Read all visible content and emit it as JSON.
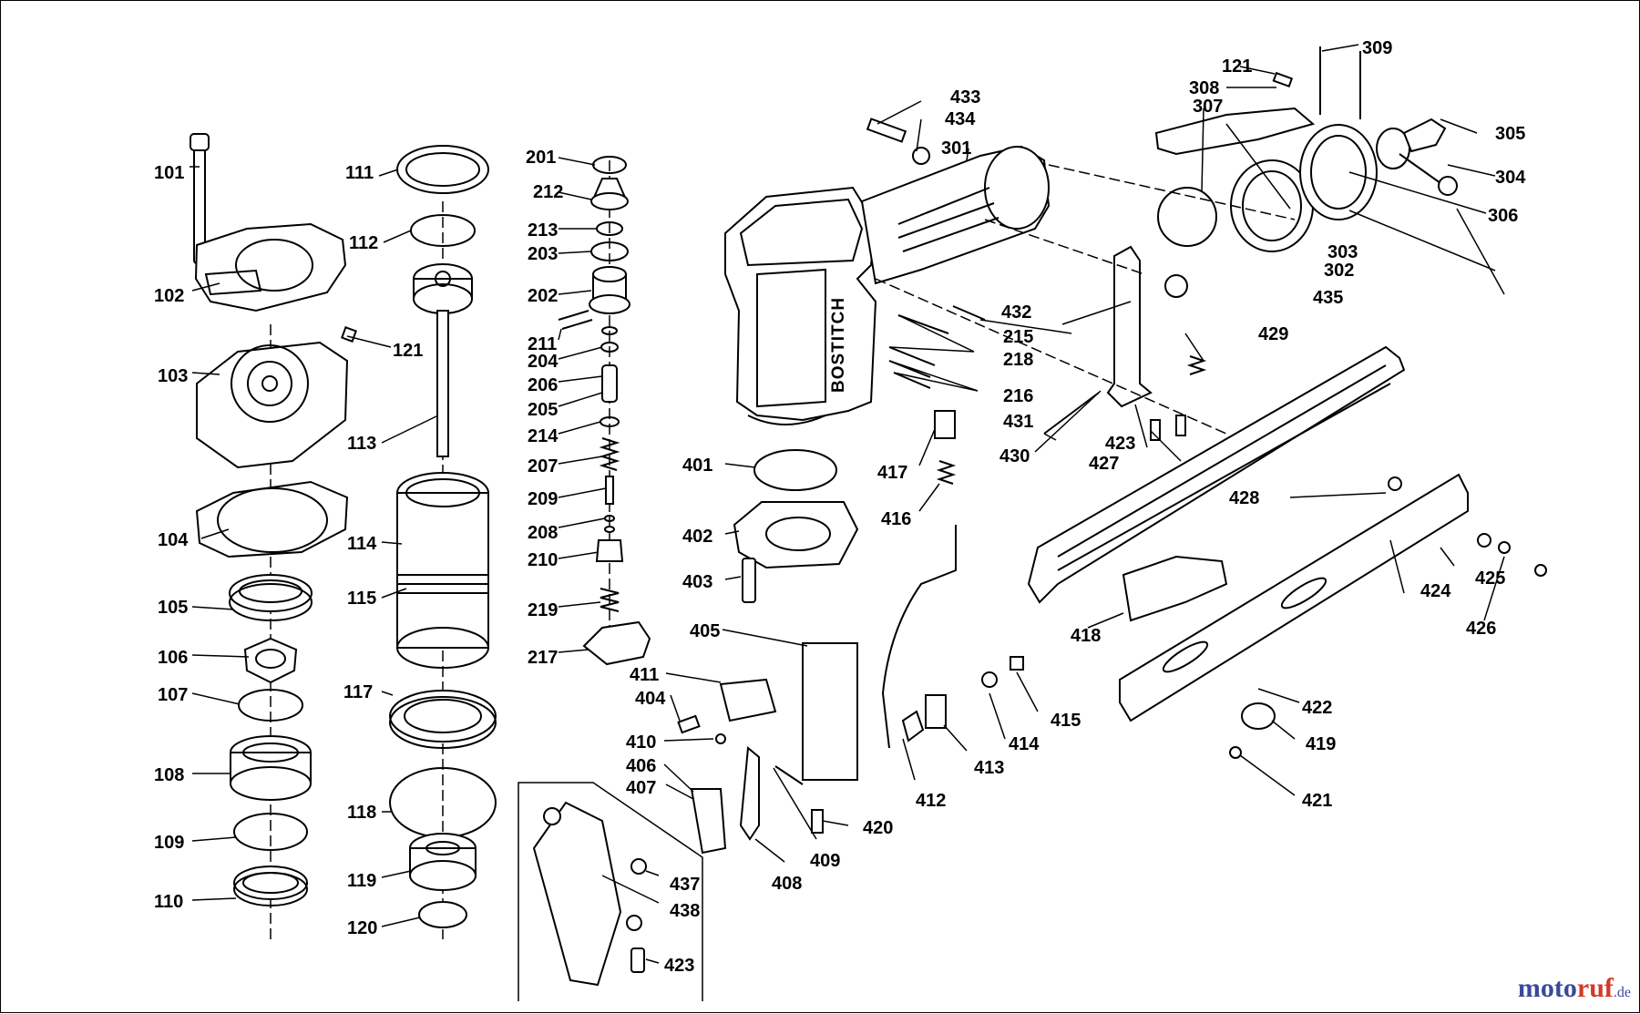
{
  "brand_text": "BOSTITCH",
  "watermark": {
    "name_a": "moto",
    "name_b": "ruf",
    "tld": ".de"
  },
  "labels": [
    "101",
    "102",
    "103",
    "104",
    "105",
    "106",
    "107",
    "108",
    "109",
    "110",
    "111",
    "112",
    "113",
    "114",
    "115",
    "117",
    "118",
    "119",
    "120",
    "121",
    "201",
    "202",
    "203",
    "204",
    "205",
    "206",
    "207",
    "208",
    "209",
    "210",
    "211",
    "212",
    "213",
    "214",
    "215",
    "216",
    "217",
    "218",
    "219",
    "301",
    "302",
    "303",
    "304",
    "305",
    "306",
    "307",
    "308",
    "309",
    "401",
    "402",
    "403",
    "404",
    "405",
    "406",
    "407",
    "408",
    "409",
    "410",
    "411",
    "412",
    "413",
    "414",
    "415",
    "416",
    "417",
    "418",
    "419",
    "420",
    "421",
    "422",
    "423",
    "424",
    "425",
    "426",
    "427",
    "428",
    "429",
    "430",
    "431",
    "432",
    "433",
    "434",
    "435",
    "437",
    "438"
  ],
  "colors": {
    "ink": "#000000",
    "watermark_blue": "#3a4a9a",
    "watermark_red": "#d23a2a"
  }
}
